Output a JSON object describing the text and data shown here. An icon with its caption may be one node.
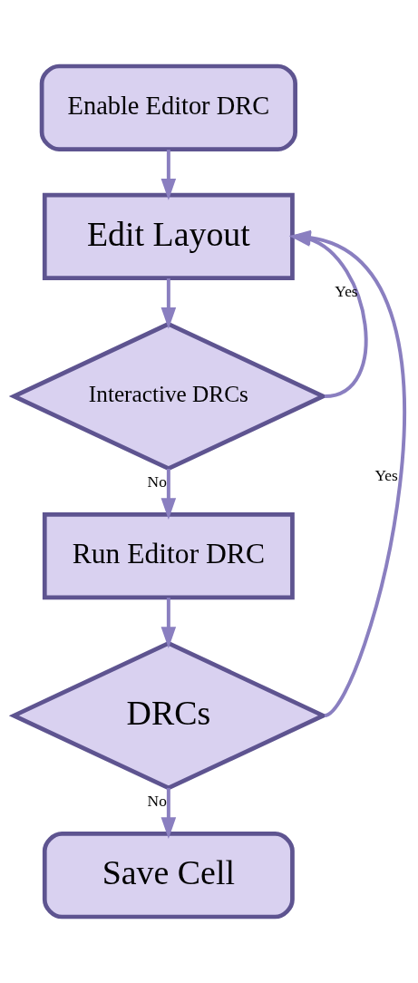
{
  "diagram": {
    "nodes": [
      {
        "text": [
          "Enable Editor DRC"
        ]
      },
      {
        "text": [
          "Edit Layout"
        ]
      },
      {
        "text": [
          "Interactive DRCs"
        ]
      },
      {
        "text": [
          "Run Editor DRC"
        ]
      },
      {
        "text": [
          "DRCs"
        ]
      },
      {
        "text": [
          "Save Cell"
        ]
      }
    ],
    "edges": [
      {
        "from": 0,
        "to": 1,
        "arrow": "to"
      },
      {
        "from": 1,
        "to": 2,
        "arrow": "to"
      },
      {
        "from": 2,
        "to": 3,
        "arrow": "to",
        "label": "No"
      },
      {
        "from": 3,
        "to": 4,
        "arrow": "to"
      },
      {
        "from": 4,
        "to": 5,
        "arrow": "to",
        "label": "No"
      },
      {
        "from": 2,
        "to": 1,
        "arrow": "to",
        "label": "Yes"
      },
      {
        "from": 4,
        "to": 1,
        "arrow": "to",
        "label": "Yes"
      }
    ]
  }
}
